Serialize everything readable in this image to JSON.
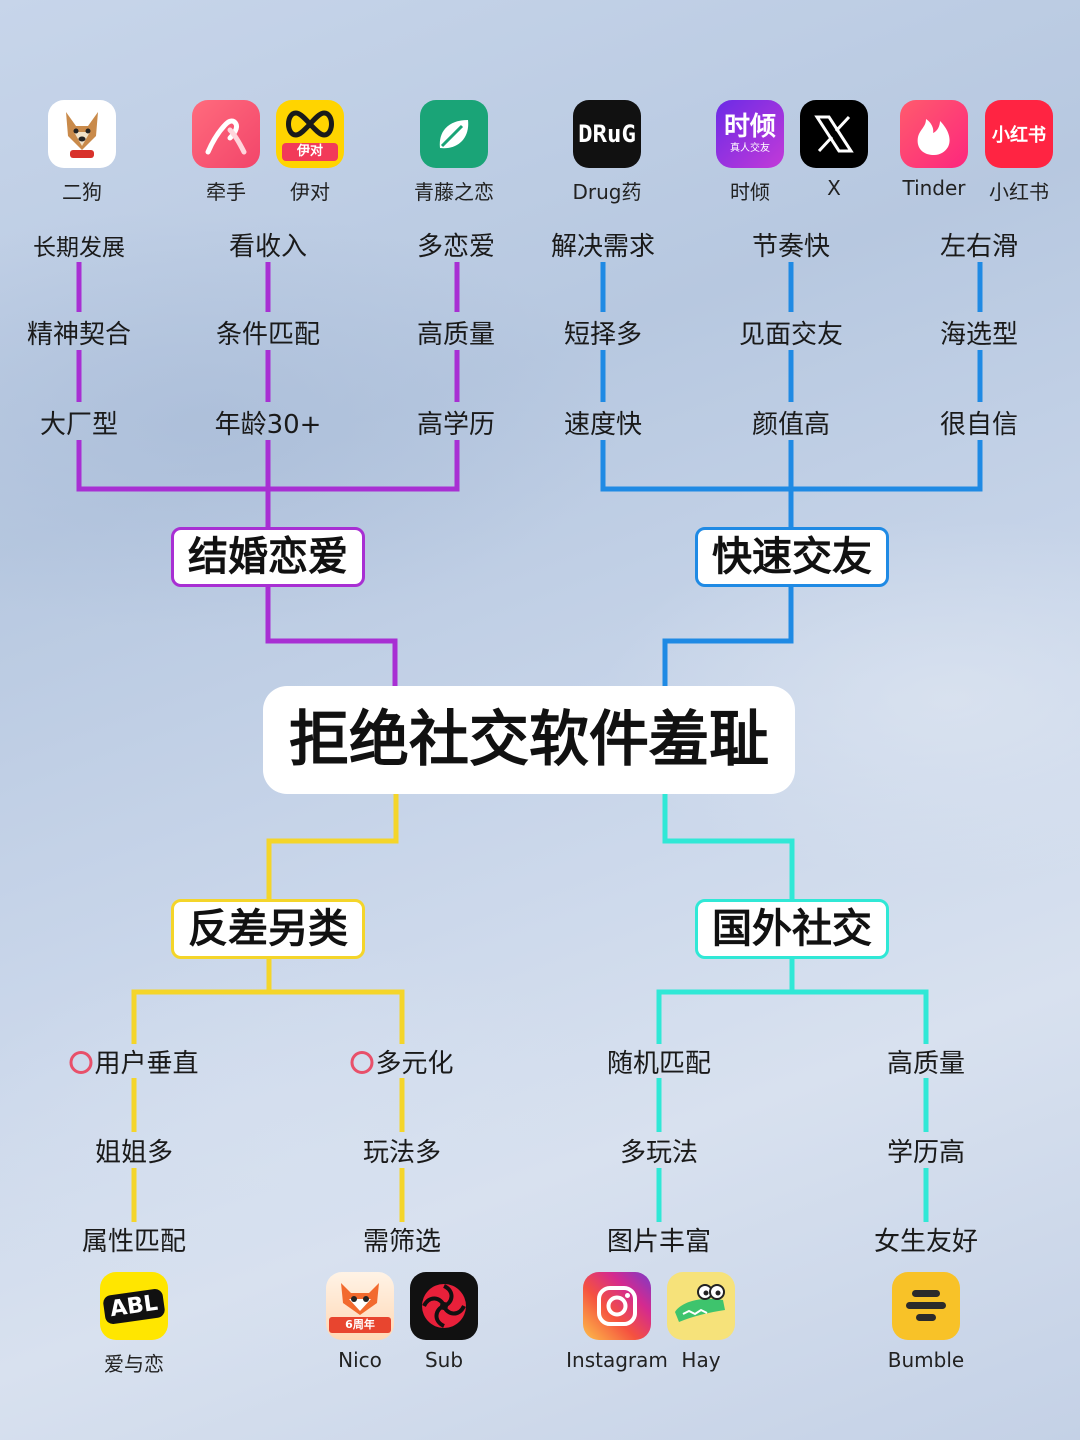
{
  "center": "拒绝社交软件羞耻",
  "colors": {
    "purple": "#a82fd3",
    "blue": "#1f8ae4",
    "yellow": "#f4d52a",
    "cyan": "#30e8d6"
  },
  "top_apps": [
    {
      "name": "二狗",
      "icon": "dog-icon"
    },
    {
      "name": "牵手",
      "icon": "holding-hands-icon"
    },
    {
      "name": "伊对",
      "icon": "infinity-heart-icon",
      "badge": "伊对"
    },
    {
      "name": "青藤之恋",
      "icon": "leaf-icon"
    },
    {
      "name": "Drug药",
      "icon": "drug-logo-icon",
      "logo": "DRuG"
    },
    {
      "name": "时倾",
      "icon": "shiqing-logo-icon",
      "logo": "时倾",
      "sub": "真人交友"
    },
    {
      "name": "X",
      "icon": "x-logo-icon"
    },
    {
      "name": "Tinder",
      "icon": "flame-icon"
    },
    {
      "name": "小红书",
      "icon": "xiaohongshu-logo-icon",
      "logo": "小红书"
    }
  ],
  "branches": {
    "marriage": {
      "label": "结婚恋爱",
      "columns": [
        [
          "长期发展",
          "精神契合",
          "大厂型"
        ],
        [
          "看收入",
          "条件匹配",
          "年龄30+"
        ],
        [
          "多恋爱",
          "高质量",
          "高学历"
        ]
      ]
    },
    "quick": {
      "label": "快速交友",
      "columns": [
        [
          "解决需求",
          "短择多",
          "速度快"
        ],
        [
          "节奏快",
          "见面交友",
          "颜值高"
        ],
        [
          "左右滑",
          "海选型",
          "很自信"
        ]
      ]
    },
    "contrast": {
      "label": "反差另类",
      "columns": [
        [
          "用户垂直",
          "姐姐多",
          "属性匹配"
        ],
        [
          "多元化",
          "玩法多",
          "需筛选"
        ]
      ]
    },
    "foreign": {
      "label": "国外社交",
      "columns": [
        [
          "随机匹配",
          "多玩法",
          "图片丰富"
        ],
        [
          "高质量",
          "学历高",
          "女生友好"
        ]
      ]
    }
  },
  "bottom_apps": [
    {
      "name": "爱与恋",
      "icon": "abl-logo-icon",
      "logo": "ABL"
    },
    {
      "name": "Nico",
      "icon": "fox-icon",
      "badge": "6周年"
    },
    {
      "name": "Sub",
      "icon": "swirl-icon"
    },
    {
      "name": "Instagram",
      "icon": "camera-icon"
    },
    {
      "name": "Hay",
      "icon": "crocodile-icon"
    },
    {
      "name": "Bumble",
      "icon": "bumble-lines-icon"
    }
  ]
}
